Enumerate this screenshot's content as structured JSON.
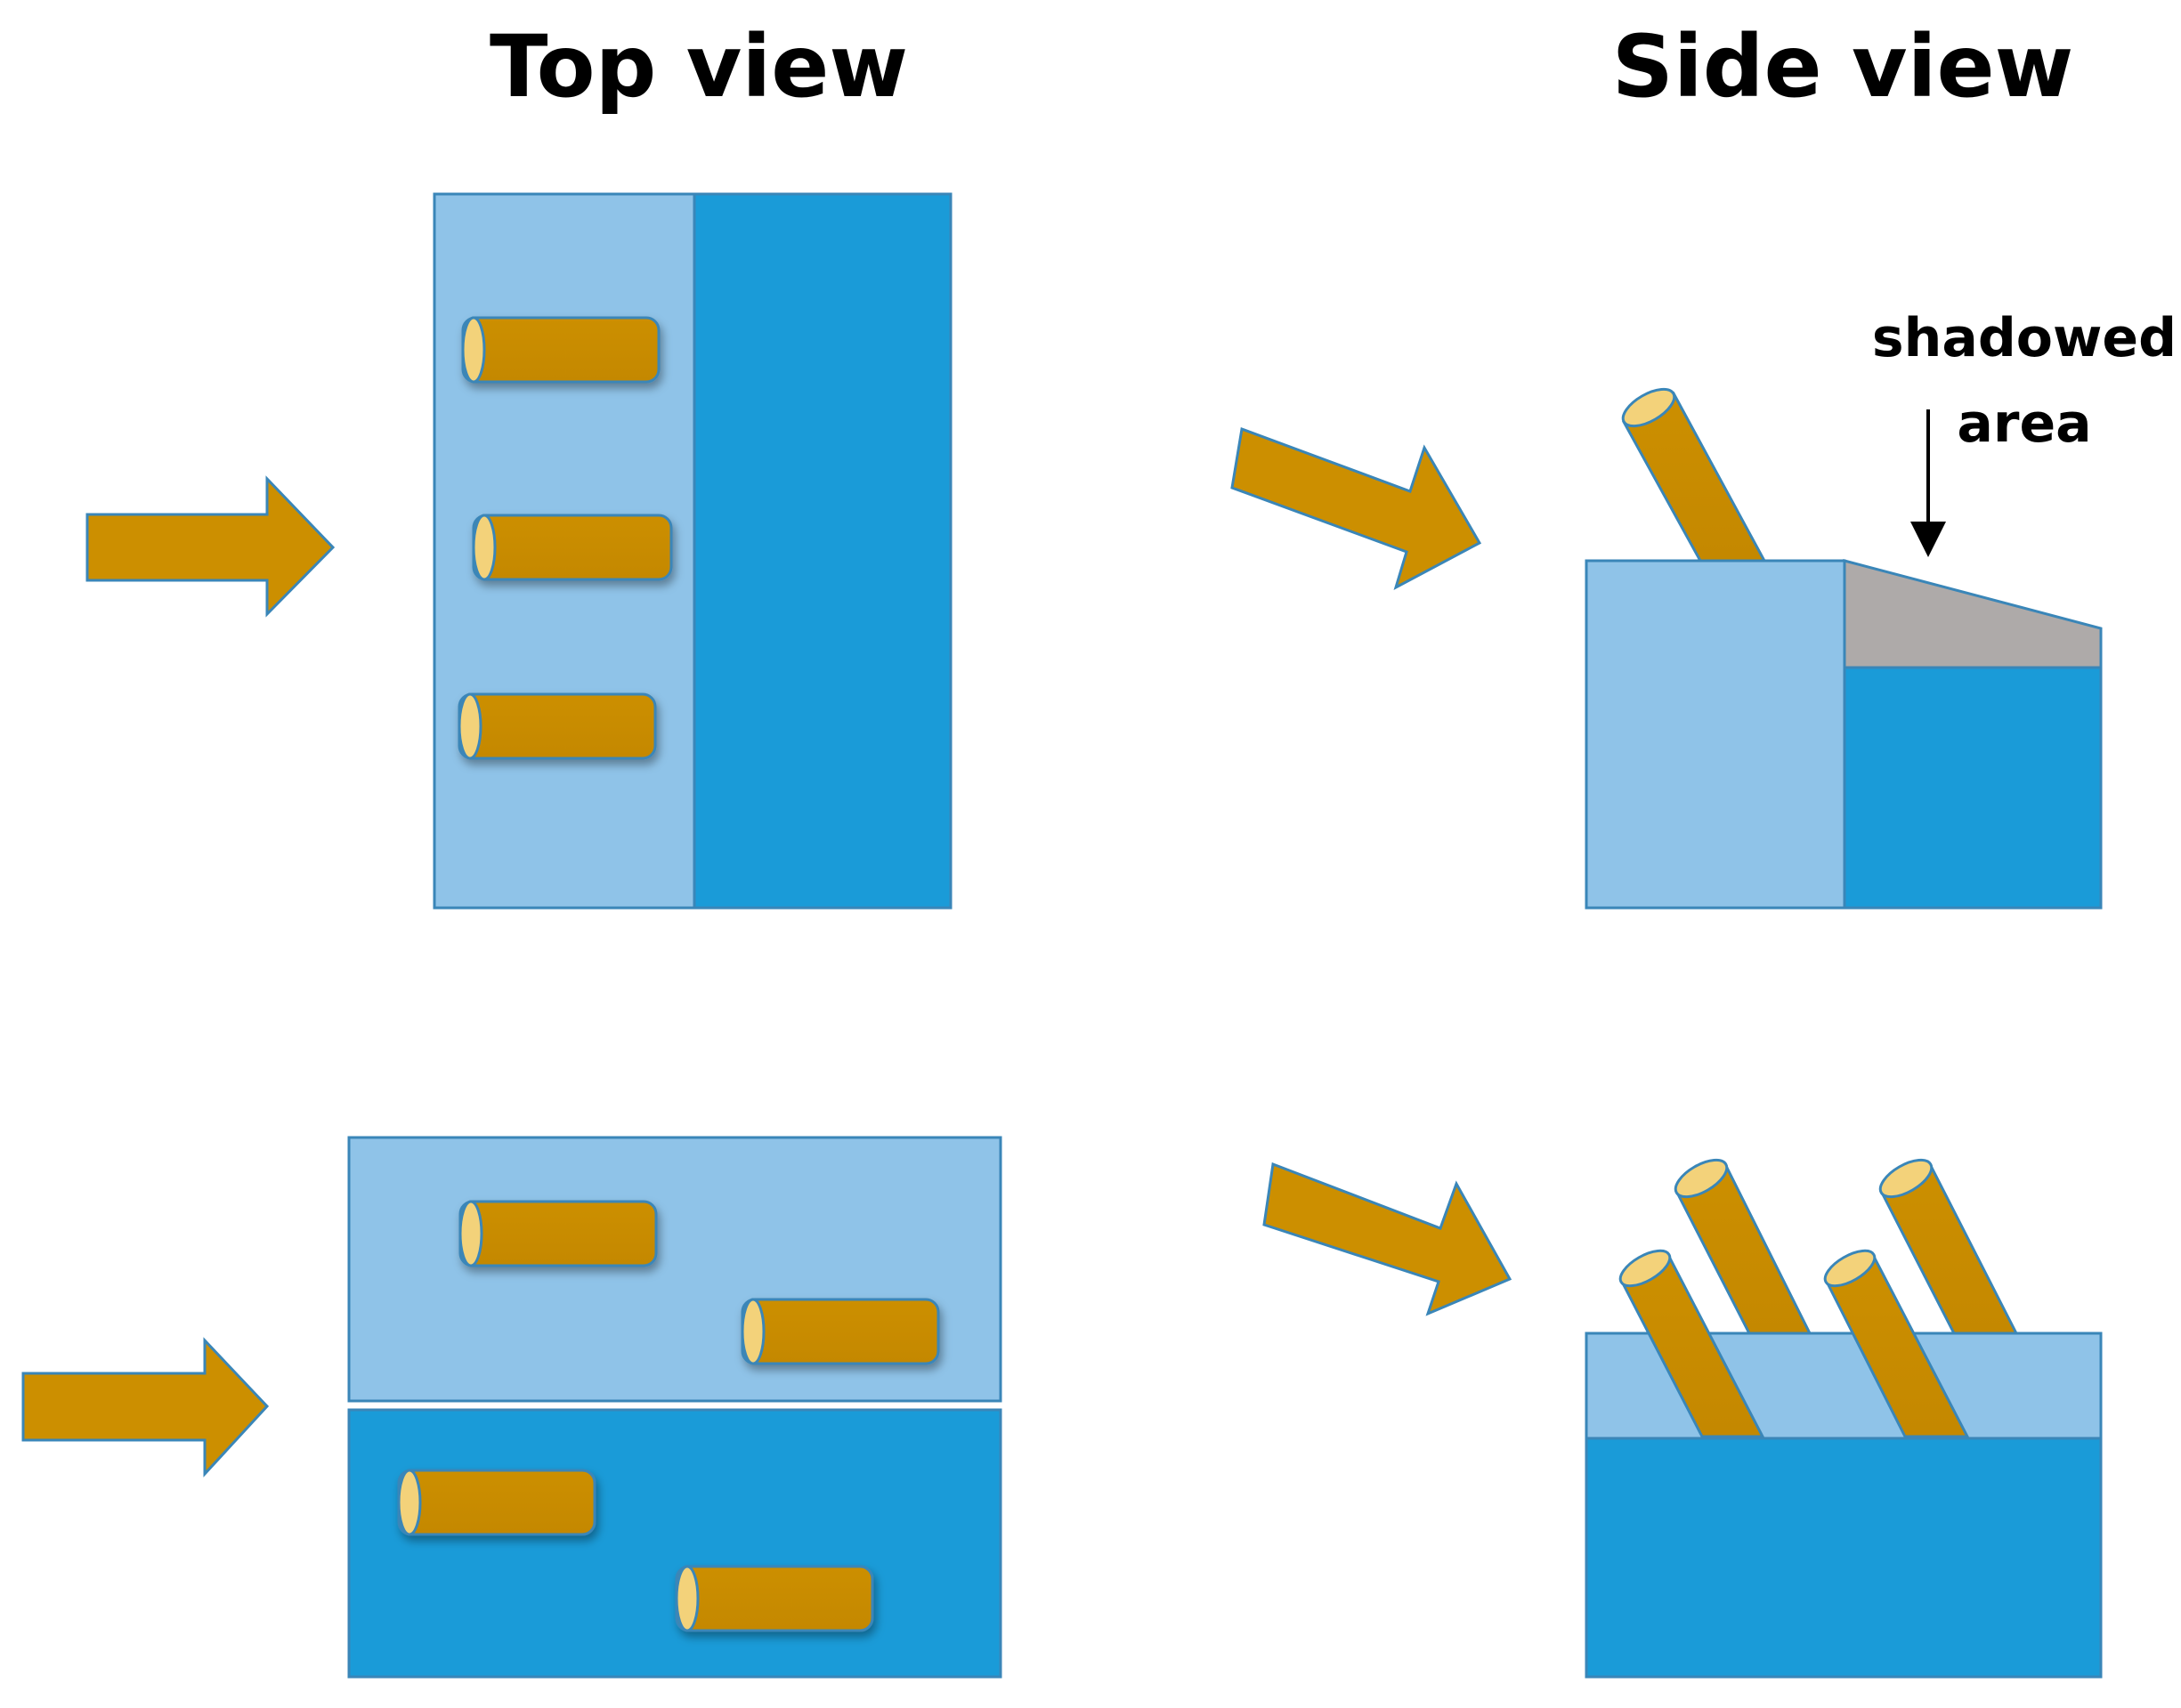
{
  "headings": {
    "top_view": "Top view",
    "side_view": "Side view"
  },
  "annotation": {
    "line1": "shadowed",
    "line2": "area"
  },
  "colors": {
    "light_blue": "#8fc3e8",
    "dark_blue": "#1a9bd8",
    "rod_gold": "#cc8f00",
    "rod_end": "#f3d27a",
    "shadow_gray": "#aeaaa9",
    "outline": "#3a86b8"
  }
}
